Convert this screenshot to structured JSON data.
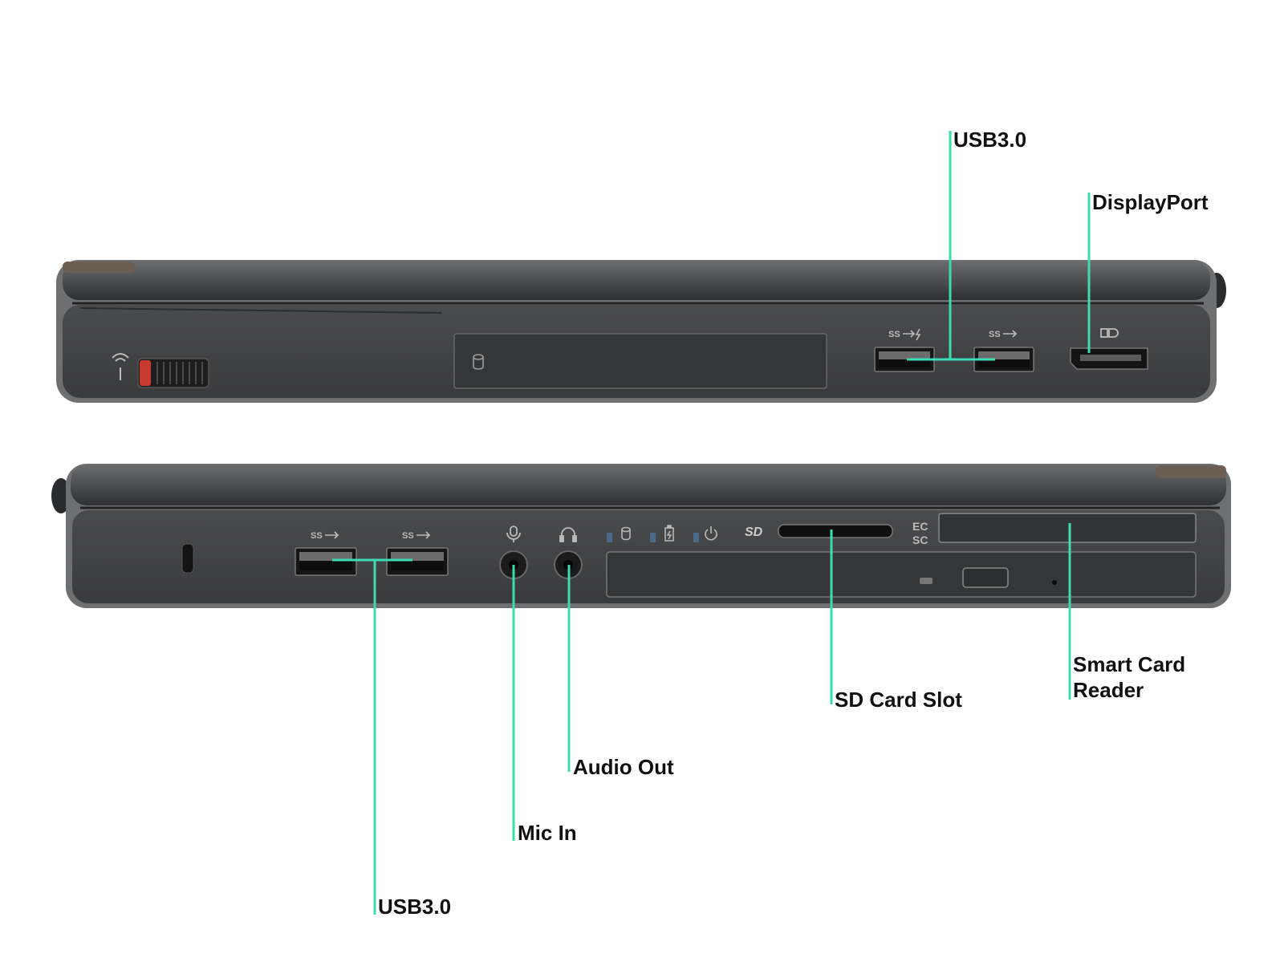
{
  "colors": {
    "callout_line": "#3ddbb0",
    "chassis_dark": "#3b3c3e",
    "chassis_mid": "#555658",
    "bezel_brown": "#6b5e52",
    "label_text": "#111111",
    "wireless_switch_accent": "#c83a2e"
  },
  "icons": {
    "wireless": "wireless-antenna-icon",
    "hdd": "hard-drive-icon",
    "usb_ss_power": "usb-superspeed-powershare-icon",
    "usb_ss": "usb-superspeed-icon",
    "displayport": "displayport-icon",
    "lock": "security-lock-slot-icon",
    "mic": "microphone-icon",
    "headphones": "headphones-icon",
    "battery": "battery-icon",
    "power": "power-icon",
    "sd": "sd-logo-icon"
  },
  "port_marks": {
    "usb_ss": "SS",
    "sd_logo": "SD",
    "ec_sc": [
      "EC",
      "SC"
    ]
  },
  "labels": {
    "top_usb": "USB3.0",
    "displayport": "DisplayPort",
    "bottom_usb": "USB3.0",
    "mic_in": "Mic In",
    "audio_out": "Audio Out",
    "sd_card_slot": "SD Card Slot",
    "smart_card_line1": "Smart Card",
    "smart_card_line2": "Reader"
  }
}
